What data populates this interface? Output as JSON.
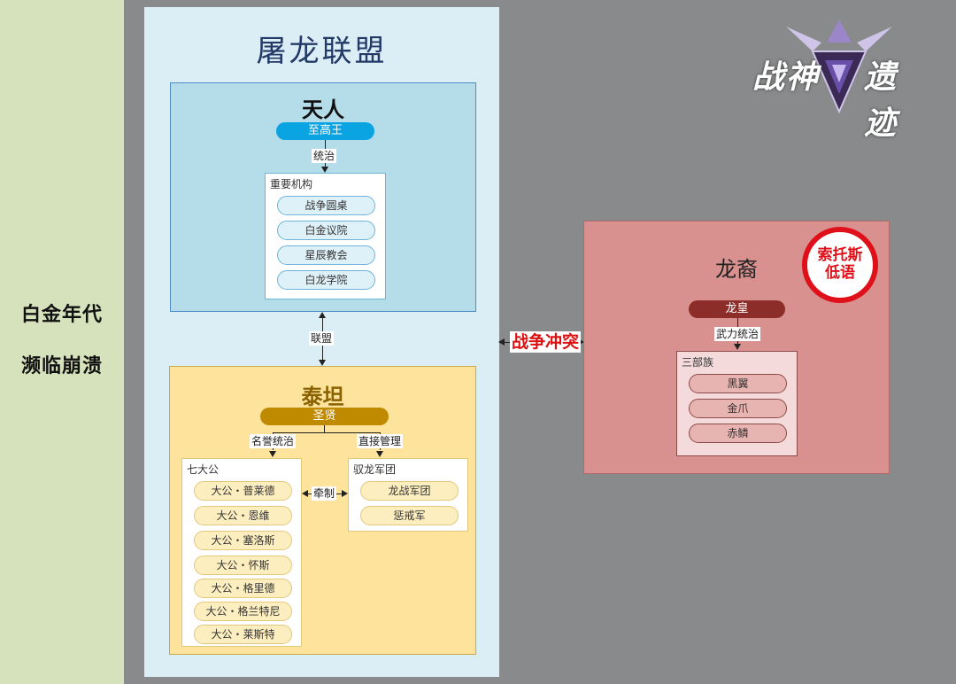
{
  "sidebar": {
    "line1": "白金年代",
    "line2": "濒临崩溃"
  },
  "alliance": {
    "title": "屠龙联盟"
  },
  "tianren": {
    "title": "天人",
    "leader": "至高王",
    "relation": "统治",
    "group_label": "重要机构",
    "items": [
      "战争圆桌",
      "白金议院",
      "星辰教会",
      "白龙学院"
    ]
  },
  "link_alliance": "联盟",
  "titan": {
    "title": "泰坦",
    "leader": "圣贤",
    "relation_left": "名誉统治",
    "relation_right": "直接管理",
    "group_left_label": "七大公",
    "group_left_items": [
      "大公・普莱德",
      "大公・恩维",
      "大公・塞洛斯",
      "大公・怀斯",
      "大公・格里德",
      "大公・格兰特尼",
      "大公・莱斯特"
    ],
    "restrain": "牵制",
    "group_right_label": "驭龙军团",
    "group_right_items": [
      "龙战军团",
      "惩戒军"
    ]
  },
  "war": "战争冲突",
  "dragon": {
    "title": "龙裔",
    "leader": "龙皇",
    "relation": "武力统治",
    "group_label": "三部族",
    "items": [
      "黑翼",
      "金爪",
      "赤鳞"
    ]
  },
  "stamp": {
    "line1": "索托斯",
    "line2": "低语"
  },
  "logo": {
    "left": "战神",
    "right": "遗迹",
    "icon": "winged-emblem-icon"
  },
  "colors": {
    "tianren_accent": "#0aa4e2",
    "titan_accent": "#c08a00",
    "dragon_accent": "#8c2d2a",
    "war_red": "#d11111"
  }
}
